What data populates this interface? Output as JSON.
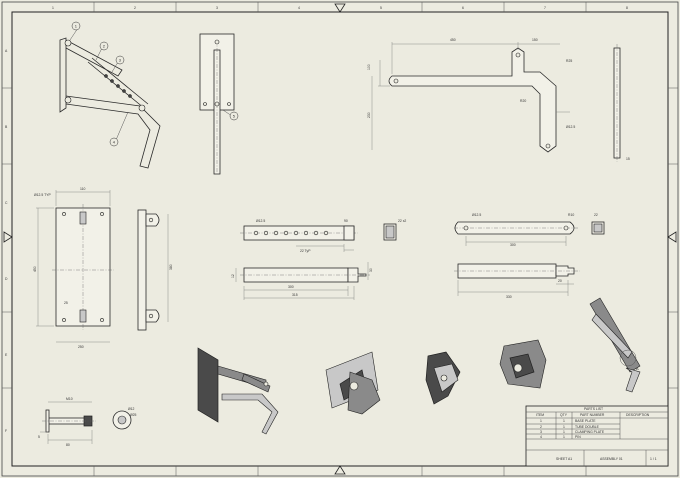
{
  "title_block": {
    "parts_list_title": "PARTS LIST",
    "headers": [
      "ITEM",
      "QTY",
      "PART NUMBER",
      "DESCRIPTION"
    ],
    "rows": [
      [
        "1",
        "1",
        "BASE PLATE",
        ""
      ],
      [
        "2",
        "1",
        "TUBE DOUBLE",
        ""
      ],
      [
        "3",
        "1",
        "CLAMPING PLATE",
        ""
      ],
      [
        "4",
        "1",
        "PIN",
        ""
      ]
    ],
    "sheet_label": "SHEET A1",
    "drawing_number": "ASSEMBLY 01",
    "sheet_count": "1 / 1"
  },
  "border": {
    "col_marks": [
      "1",
      "2",
      "3",
      "4",
      "5",
      "6",
      "7",
      "8"
    ],
    "row_marks": [
      "A",
      "B",
      "C",
      "D",
      "E",
      "F"
    ]
  },
  "balloons": [
    "1",
    "2",
    "3",
    "4",
    "5"
  ],
  "detail_label": "A",
  "dimensions": {
    "top_arm_overall": "450",
    "top_arm_right": "150",
    "top_arm_height": "100",
    "top_arm_drop": "230",
    "top_arm_r1": "R25",
    "top_arm_r2": "R20",
    "top_arm_hole": "Ø12.5",
    "side_bar_thk": "15",
    "base_plate_hole": "Ø12.5 TYP",
    "base_plate_width": "110",
    "base_plate_height": "450",
    "base_plate_offset": "25",
    "base_plate_bottom": "250",
    "side_view_height": "380",
    "tube_len": "90",
    "tube_hole": "Ø12.5",
    "tube_pitch": "22 TyP",
    "tube_section": "22 x2",
    "tube_front_len": "300",
    "tube_front_total": "315",
    "tube_height": "12",
    "tube_slot": "30",
    "clamp_hole": "Ø12.5",
    "clamp_r": "R10",
    "clamp_len": "300",
    "clamp_sq": "22",
    "clamp_front_len": "330",
    "clamp_tab": "20",
    "pin_len": "80",
    "pin_dia": "Ø12",
    "pin_head": "Ø25",
    "pin_thread": "M10",
    "pin_offset": "5"
  }
}
